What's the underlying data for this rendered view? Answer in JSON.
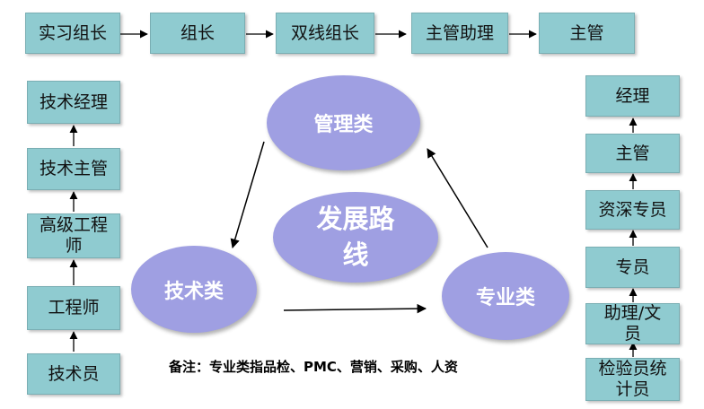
{
  "top_chain": [
    "实习组长",
    "组长",
    "双线组长",
    "主管助理",
    "主管"
  ],
  "left_chain": [
    "技术经理",
    "技术主管",
    "高级工程师",
    "工程师",
    "技术员"
  ],
  "right_chain": [
    "经理",
    "主管",
    "资深专员",
    "专员",
    "助理/文员",
    "检验员统计员"
  ],
  "center": {
    "management": "管理类",
    "technical": "技术类",
    "professional": "专业类",
    "core": "发展路线"
  },
  "note": "备注：专业类指品检、PMC、营销、采购、人资",
  "colors": {
    "box_fill": "#8fcbd0",
    "ellipse_fill": "#9f9fe2"
  }
}
